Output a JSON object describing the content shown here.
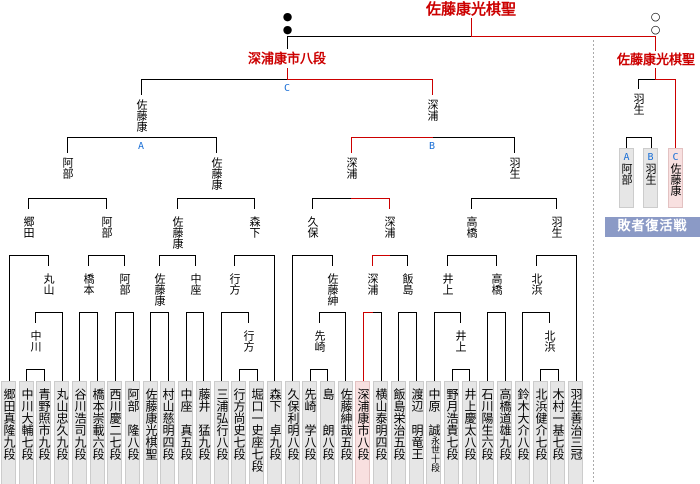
{
  "colors": {
    "line": "#000000",
    "highlight": "#cc0000",
    "letter": "#1a6fd6",
    "box_fill": "#e6e6e6",
    "box_border": "#cccccc",
    "highlight_fill": "#f8e0e0",
    "highlight_border": "#e3c2c2",
    "banner": "#8b9ac6",
    "separator": "#aaaaaa"
  },
  "final": {
    "champion": "佐藤康光棋聖",
    "left_marks": "●●",
    "right_marks": "○○",
    "winner_side": "right"
  },
  "players": [
    {
      "name": "郷田真隆",
      "rank": "九段"
    },
    {
      "name": "中川大輔",
      "rank": "七段"
    },
    {
      "name": "青野照市",
      "rank": "九段"
    },
    {
      "name": "丸山忠久",
      "rank": "九段"
    },
    {
      "name": "谷川浩司",
      "rank": "九段"
    },
    {
      "name": "橋本崇載",
      "rank": "六段"
    },
    {
      "name": "西川慶二",
      "rank": "七段"
    },
    {
      "name": "阿部　隆",
      "rank": "八段"
    },
    {
      "name": "佐藤康光",
      "rank": "棋聖"
    },
    {
      "name": "村山慈明",
      "rank": "四段"
    },
    {
      "name": "中座　真",
      "rank": "五段"
    },
    {
      "name": "藤井　猛",
      "rank": "九段"
    },
    {
      "name": "三浦弘行",
      "rank": "八段"
    },
    {
      "name": "行方尚史",
      "rank": "七段"
    },
    {
      "name": "堀口一史座",
      "rank": "七段"
    },
    {
      "name": "森下　卓",
      "rank": "九段"
    },
    {
      "name": "久保利明",
      "rank": "八段"
    },
    {
      "name": "先崎　学",
      "rank": "八段"
    },
    {
      "name": "島　　朗",
      "rank": "八段"
    },
    {
      "name": "佐藤紳哉",
      "rank": "五段"
    },
    {
      "name": "深浦康市",
      "rank": "八段",
      "highlight": true
    },
    {
      "name": "横山泰明",
      "rank": "四段"
    },
    {
      "name": "飯島栄治",
      "rank": "五段"
    },
    {
      "name": "渡辺　明",
      "rank": "竜王"
    },
    {
      "name": "中原　誠",
      "rank": "永世十段"
    },
    {
      "name": "野月浩貴",
      "rank": "七段"
    },
    {
      "name": "井上慶太",
      "rank": "八段"
    },
    {
      "name": "石川陽生",
      "rank": "六段"
    },
    {
      "name": "高橋道雄",
      "rank": "九段"
    },
    {
      "name": "鈴木大介",
      "rank": "八段"
    },
    {
      "name": "北浜健介",
      "rank": "七段"
    },
    {
      "name": "木村一基",
      "rank": "七段"
    },
    {
      "name": "羽生善治",
      "rank": "三冠"
    }
  ],
  "bracket": {
    "matches": [
      {
        "id": "r1-1",
        "round": 1,
        "a": {
          "leaf": 1
        },
        "b": {
          "leaf": 2
        },
        "winner": "a",
        "label": "中川"
      },
      {
        "id": "r1-2",
        "round": 1,
        "a": {
          "leaf": 13
        },
        "b": {
          "leaf": 14
        },
        "winner": "a",
        "label": "行方"
      },
      {
        "id": "r1-3",
        "round": 1,
        "a": {
          "leaf": 17
        },
        "b": {
          "leaf": 18
        },
        "winner": "a",
        "label": "先崎"
      },
      {
        "id": "r1-4",
        "round": 1,
        "a": {
          "leaf": 25
        },
        "b": {
          "leaf": 26
        },
        "winner": "b",
        "label": "井上"
      },
      {
        "id": "r1-5",
        "round": 1,
        "a": {
          "leaf": 30
        },
        "b": {
          "leaf": 31
        },
        "winner": "a",
        "label": "北浜"
      },
      {
        "id": "r2-1",
        "round": 2,
        "a": {
          "match": "r1-1"
        },
        "b": {
          "leaf": 3
        },
        "winner": "b",
        "label": "丸山"
      },
      {
        "id": "r2-2",
        "round": 2,
        "a": {
          "leaf": 4
        },
        "b": {
          "leaf": 5
        },
        "winner": "b",
        "label": "橋本"
      },
      {
        "id": "r2-3",
        "round": 2,
        "a": {
          "leaf": 6
        },
        "b": {
          "leaf": 7
        },
        "winner": "b",
        "label": "阿部"
      },
      {
        "id": "r2-4",
        "round": 2,
        "a": {
          "leaf": 8
        },
        "b": {
          "leaf": 9
        },
        "winner": "a",
        "label": "佐藤康"
      },
      {
        "id": "r2-5",
        "round": 2,
        "a": {
          "leaf": 10
        },
        "b": {
          "leaf": 11
        },
        "winner": "a",
        "label": "中座"
      },
      {
        "id": "r2-6",
        "round": 2,
        "a": {
          "leaf": 12
        },
        "b": {
          "match": "r1-2"
        },
        "winner": "b",
        "label": "行方"
      },
      {
        "id": "r2-7",
        "round": 2,
        "a": {
          "match": "r1-3"
        },
        "b": {
          "leaf": 19
        },
        "winner": "b",
        "label": "佐藤紳"
      },
      {
        "id": "r2-8",
        "round": 2,
        "a": {
          "leaf": 20
        },
        "b": {
          "leaf": 21
        },
        "winner": "a",
        "label": "深浦",
        "highlight": true
      },
      {
        "id": "r2-9",
        "round": 2,
        "a": {
          "leaf": 22
        },
        "b": {
          "leaf": 23
        },
        "winner": "a",
        "label": "飯島"
      },
      {
        "id": "r2-10",
        "round": 2,
        "a": {
          "leaf": 24
        },
        "b": {
          "match": "r1-4"
        },
        "winner": "b",
        "label": "井上"
      },
      {
        "id": "r2-11",
        "round": 2,
        "a": {
          "leaf": 27
        },
        "b": {
          "leaf": 28
        },
        "winner": "b",
        "label": "高橋"
      },
      {
        "id": "r2-12",
        "round": 2,
        "a": {
          "leaf": 29
        },
        "b": {
          "match": "r1-5"
        },
        "winner": "b",
        "label": "北浜"
      },
      {
        "id": "r3-1",
        "round": 3,
        "a": {
          "leaf": 0
        },
        "b": {
          "match": "r2-1"
        },
        "winner": "a",
        "label": "郷田"
      },
      {
        "id": "r3-2",
        "round": 3,
        "a": {
          "match": "r2-2"
        },
        "b": {
          "match": "r2-3"
        },
        "winner": "b",
        "label": "阿部"
      },
      {
        "id": "r3-3",
        "round": 3,
        "a": {
          "match": "r2-4"
        },
        "b": {
          "match": "r2-5"
        },
        "winner": "a",
        "label": "佐藤康"
      },
      {
        "id": "r3-4",
        "round": 3,
        "a": {
          "match": "r2-6"
        },
        "b": {
          "leaf": 15
        },
        "winner": "b",
        "label": "森下"
      },
      {
        "id": "r3-5",
        "round": 3,
        "a": {
          "leaf": 16
        },
        "b": {
          "match": "r2-7"
        },
        "winner": "a",
        "label": "久保"
      },
      {
        "id": "r3-6",
        "round": 3,
        "a": {
          "match": "r2-8"
        },
        "b": {
          "match": "r2-9"
        },
        "winner": "a",
        "label": "深浦",
        "highlight": true
      },
      {
        "id": "r3-7",
        "round": 3,
        "a": {
          "match": "r2-10"
        },
        "b": {
          "match": "r2-11"
        },
        "winner": "b",
        "label": "高橋"
      },
      {
        "id": "r3-8",
        "round": 3,
        "a": {
          "match": "r2-12"
        },
        "b": {
          "leaf": 32
        },
        "winner": "b",
        "label": "羽生"
      },
      {
        "id": "r4-1",
        "round": 4,
        "a": {
          "match": "r3-1"
        },
        "b": {
          "match": "r3-2"
        },
        "winner": "b",
        "label": "阿部"
      },
      {
        "id": "r4-2",
        "round": 4,
        "a": {
          "match": "r3-3"
        },
        "b": {
          "match": "r3-4"
        },
        "winner": "a",
        "label": "佐藤康"
      },
      {
        "id": "r4-3",
        "round": 4,
        "a": {
          "match": "r3-5"
        },
        "b": {
          "match": "r3-6"
        },
        "winner": "b",
        "label": "深浦",
        "highlight": true
      },
      {
        "id": "r4-4",
        "round": 4,
        "a": {
          "match": "r3-7"
        },
        "b": {
          "match": "r3-8"
        },
        "winner": "b",
        "label": "羽生"
      },
      {
        "id": "A",
        "round": 5,
        "letter": "A",
        "a": {
          "match": "r4-1"
        },
        "b": {
          "match": "r4-2"
        },
        "winner": "b",
        "label": "佐藤康"
      },
      {
        "id": "B",
        "round": 5,
        "letter": "B",
        "a": {
          "match": "r4-3"
        },
        "b": {
          "match": "r4-4"
        },
        "winner": "a",
        "label": "深浦",
        "highlight": true
      },
      {
        "id": "C",
        "round": 6,
        "letter": "C",
        "a": {
          "match": "A"
        },
        "b": {
          "match": "B"
        },
        "winner": "b",
        "label": "深浦康市八段",
        "highlight": true
      }
    ]
  },
  "losers_bracket": {
    "title": "敗者復活戦",
    "entrants": [
      {
        "letter": "A",
        "name": "阿部"
      },
      {
        "letter": "B",
        "name": "羽生"
      },
      {
        "letter": "C",
        "name": "佐藤康",
        "highlight": true
      }
    ],
    "semifinal_winner": "羽生",
    "winner": "佐藤康光棋聖"
  }
}
